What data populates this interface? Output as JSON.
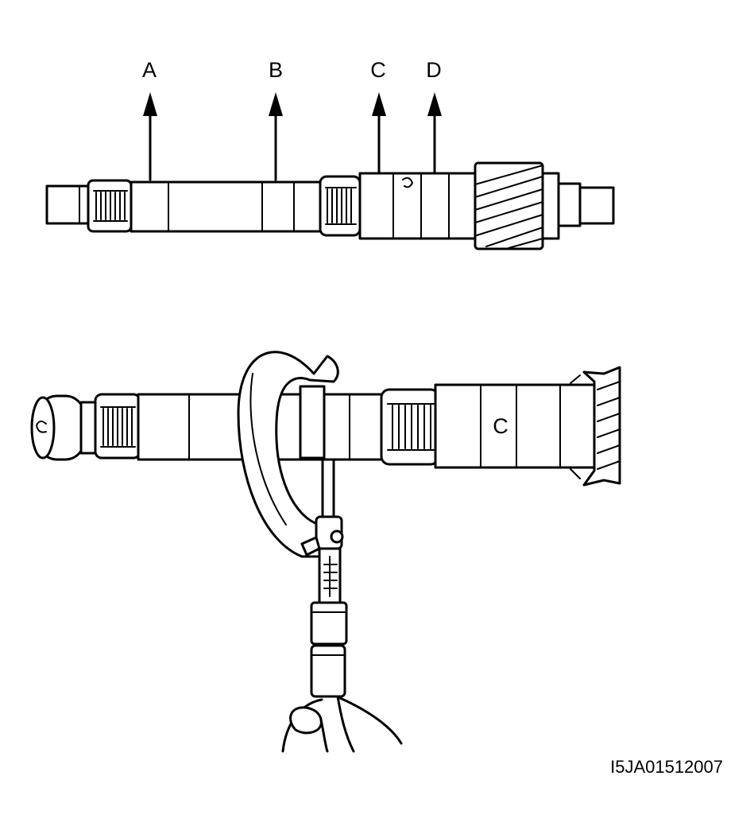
{
  "diagram": {
    "labels": [
      "A",
      "B",
      "C",
      "D"
    ],
    "figure_code": "I5JA01512007",
    "part_mark": "C",
    "ink_color": "#000000",
    "paper_color": "#ffffff"
  }
}
